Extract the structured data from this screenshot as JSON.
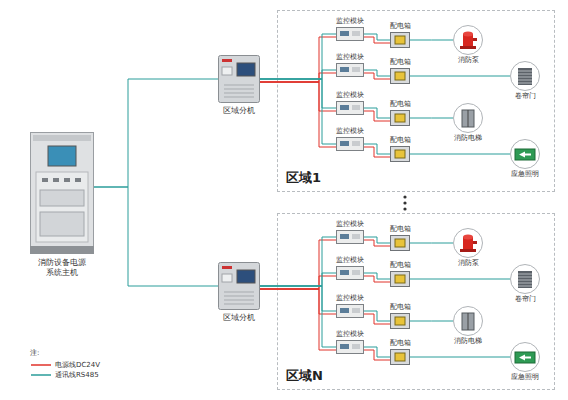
{
  "diagram": {
    "nodes": [
      {
        "text": [
          "消防设备电源 系统主机"
        ]
      },
      {
        "text": [
          "区域分机"
        ]
      },
      {
        "text": [
          "区域1"
        ]
      },
      {
        "text": [
          "监控模块"
        ],
        "in": 2
      },
      {
        "text": [
          "监控模块"
        ],
        "in": 2
      },
      {
        "text": [
          "监控模块"
        ],
        "in": 2
      },
      {
        "text": [
          "监控模块"
        ],
        "in": 2
      },
      {
        "text": [
          "配电箱"
        ],
        "in": 2
      },
      {
        "text": [
          "配电箱"
        ],
        "in": 2
      },
      {
        "text": [
          "配电箱"
        ],
        "in": 2
      },
      {
        "text": [
          "配电箱"
        ],
        "in": 2
      },
      {
        "text": [
          "消防泵"
        ],
        "in": 2
      },
      {
        "text": [
          "卷帘门"
        ],
        "in": 2
      },
      {
        "text": [
          "消防电梯"
        ],
        "in": 2
      },
      {
        "text": [
          "应急照明"
        ],
        "in": 2
      },
      {
        "text": [
          "区域分机"
        ]
      },
      {
        "text": [
          "区域N"
        ]
      },
      {
        "text": [
          "监控模块"
        ],
        "in": 16
      },
      {
        "text": [
          "监控模块"
        ],
        "in": 16
      },
      {
        "text": [
          "监控模块"
        ],
        "in": 16
      },
      {
        "text": [
          "监控模块"
        ],
        "in": 16
      },
      {
        "text": [
          "配电箱"
        ],
        "in": 16
      },
      {
        "text": [
          "配电箱"
        ],
        "in": 16
      },
      {
        "text": [
          "配电箱"
        ],
        "in": 16
      },
      {
        "text": [
          "配电箱"
        ],
        "in": 16
      },
      {
        "text": [
          "消防泵"
        ],
        "in": 16
      },
      {
        "text": [
          "卷帘门"
        ],
        "in": 16
      },
      {
        "text": [
          "消防电梯"
        ],
        "in": 16
      },
      {
        "text": [
          "应急照明"
        ],
        "in": 16
      }
    ],
    "edges": [
      {
        "from": 0,
        "to": 1,
        "arrow": "none"
      },
      {
        "from": 0,
        "to": 15,
        "arrow": "none"
      },
      {
        "from": 1,
        "to": 3,
        "arrow": "none"
      },
      {
        "from": 1,
        "to": 4,
        "arrow": "none"
      },
      {
        "from": 1,
        "to": 5,
        "arrow": "none"
      },
      {
        "from": 1,
        "to": 6,
        "arrow": "none"
      },
      {
        "from": 3,
        "to": 7,
        "arrow": "none"
      },
      {
        "from": 4,
        "to": 8,
        "arrow": "none"
      },
      {
        "from": 5,
        "to": 9,
        "arrow": "none"
      },
      {
        "from": 6,
        "to": 10,
        "arrow": "none"
      },
      {
        "from": 7,
        "to": 11,
        "arrow": "none"
      },
      {
        "from": 8,
        "to": 12,
        "arrow": "none"
      },
      {
        "from": 9,
        "to": 13,
        "arrow": "none"
      },
      {
        "from": 10,
        "to": 14,
        "arrow": "none"
      },
      {
        "from": 15,
        "to": 17,
        "arrow": "none"
      },
      {
        "from": 15,
        "to": 18,
        "arrow": "none"
      },
      {
        "from": 15,
        "to": 19,
        "arrow": "none"
      },
      {
        "from": 15,
        "to": 20,
        "arrow": "none"
      },
      {
        "from": 17,
        "to": 21,
        "arrow": "none"
      },
      {
        "from": 18,
        "to": 22,
        "arrow": "none"
      },
      {
        "from": 19,
        "to": 23,
        "arrow": "none"
      },
      {
        "from": 20,
        "to": 24,
        "arrow": "none"
      },
      {
        "from": 21,
        "to": 25,
        "arrow": "none"
      },
      {
        "from": 22,
        "to": 26,
        "arrow": "none"
      },
      {
        "from": 23,
        "to": 27,
        "arrow": "none"
      },
      {
        "from": 24,
        "to": 28,
        "arrow": "none"
      }
    ],
    "labels": [
      "注:"
    ],
    "legend": [
      {
        "text": "电源线DC24V"
      },
      {
        "text": "通讯线RS485"
      }
    ]
  }
}
